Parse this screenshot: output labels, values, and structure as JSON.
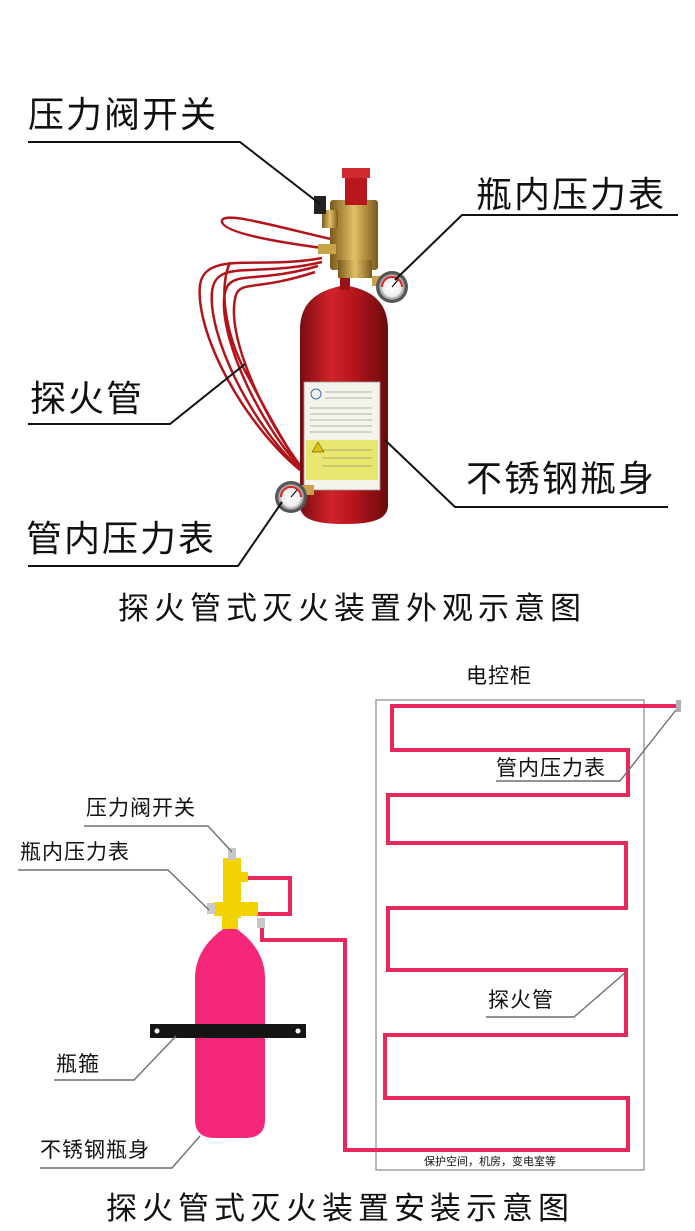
{
  "top": {
    "labels": {
      "valve_switch": "压力阀开关",
      "bottle_gauge": "瓶内压力表",
      "detection_tube": "探火管",
      "steel_body": "不锈钢瓶身",
      "tube_gauge": "管内压力表"
    },
    "caption": "探火管式灭火装置外观示意图"
  },
  "bottom": {
    "cabinet_title": "电控柜",
    "labels": {
      "tube_gauge": "管内压力表",
      "valve_switch": "压力阀开关",
      "bottle_gauge": "瓶内压力表",
      "detection_tube": "探火管",
      "bottle_hoop": "瓶箍",
      "steel_body": "不锈钢瓶身"
    },
    "cabinet_note": "保护空间，机房，变电室等",
    "caption": "探火管式灭火装置安装示意图"
  },
  "colors": {
    "tube_red": "#e6285a",
    "bottle_pink": "#f5277a",
    "valve_yellow": "#f2d200",
    "hoop_black": "#151515",
    "cylinder_red": "#c4161c",
    "brass": "#c9a24a",
    "label_yellow": "#e4e45a"
  }
}
